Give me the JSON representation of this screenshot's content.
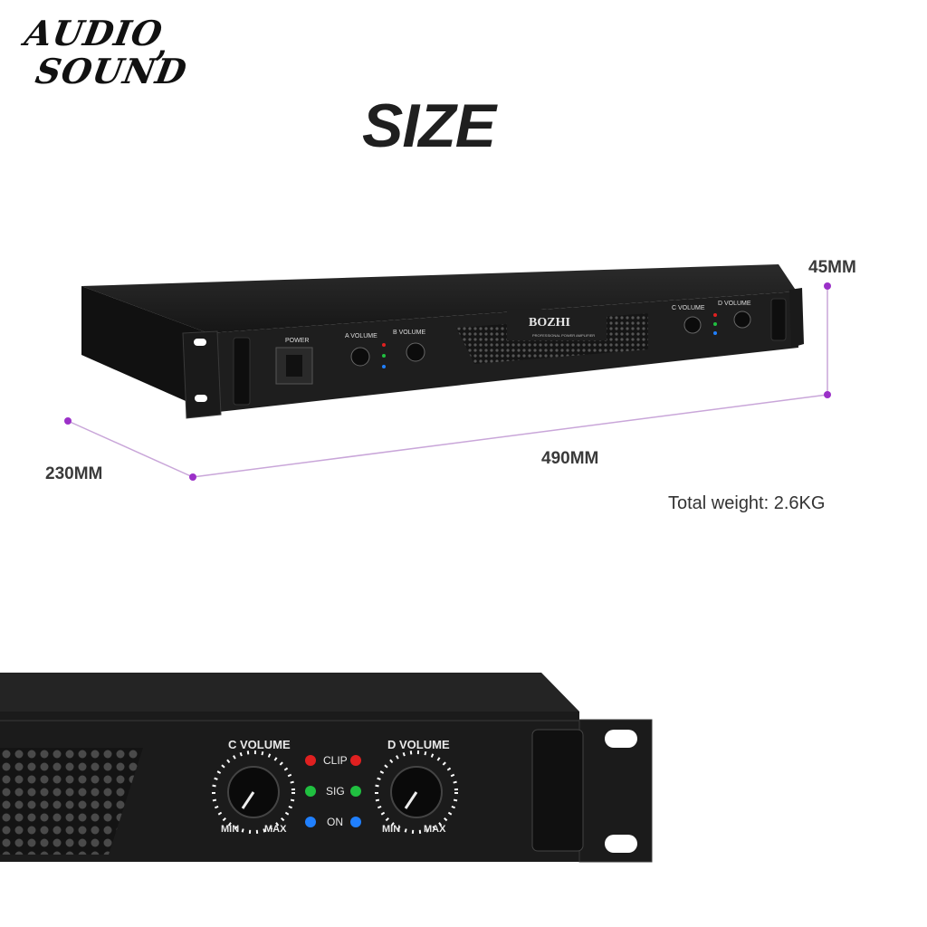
{
  "brand": {
    "line1": "AUDIO",
    "line2": "SOUND",
    "comma": ","
  },
  "title": "SIZE",
  "dimensions": {
    "height": "45MM",
    "width": "490MM",
    "depth": "230MM"
  },
  "weight": "Total weight: 2.6KG",
  "amp": {
    "logo": "BOZHI",
    "subtitle": "PROFESSIONAL POWER AMPLIFIER",
    "power_label": "POWER",
    "channels": [
      "A VOLUME",
      "B VOLUME",
      "C VOLUME",
      "D VOLUME"
    ],
    "led_labels": [
      "CLIP",
      "SIG",
      "ON"
    ],
    "min": "MIN",
    "max": "MAX"
  },
  "closeup": {
    "c_label": "C VOLUME",
    "d_label": "D VOLUME",
    "clip": "CLIP",
    "sig": "SIG",
    "on": "ON",
    "c_min": "MIN",
    "c_max": "MAX",
    "d_min": "MIN",
    "d_max": "MAX"
  },
  "colors": {
    "accent": "#9b30c8",
    "led_clip": "#e02020",
    "led_sig": "#20c040",
    "led_on": "#2080ff",
    "chassis": "#1c1c1c"
  }
}
